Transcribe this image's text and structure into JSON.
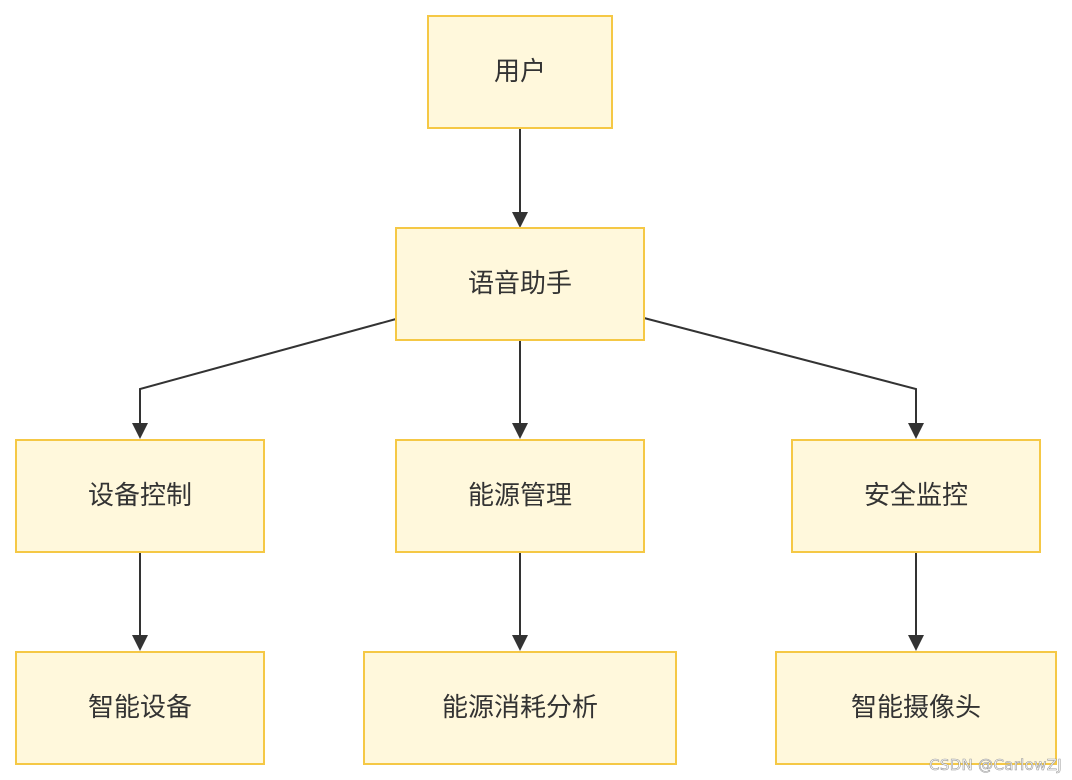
{
  "nodes": {
    "user": "用户",
    "voice_assistant": "语音助手",
    "device_control": "设备控制",
    "energy_management": "能源管理",
    "security_monitoring": "安全监控",
    "smart_devices": "智能设备",
    "energy_analysis": "能源消耗分析",
    "smart_camera": "智能摄像头"
  },
  "edges": [
    {
      "from": "user",
      "to": "voice_assistant"
    },
    {
      "from": "voice_assistant",
      "to": "device_control"
    },
    {
      "from": "voice_assistant",
      "to": "energy_management"
    },
    {
      "from": "voice_assistant",
      "to": "security_monitoring"
    },
    {
      "from": "device_control",
      "to": "smart_devices"
    },
    {
      "from": "energy_management",
      "to": "energy_analysis"
    },
    {
      "from": "security_monitoring",
      "to": "smart_camera"
    }
  ],
  "colors": {
    "node_fill": "#fff8dc",
    "node_border": "#f5c845",
    "edge": "#333333"
  },
  "watermark": "CSDN @CarlowZJ"
}
